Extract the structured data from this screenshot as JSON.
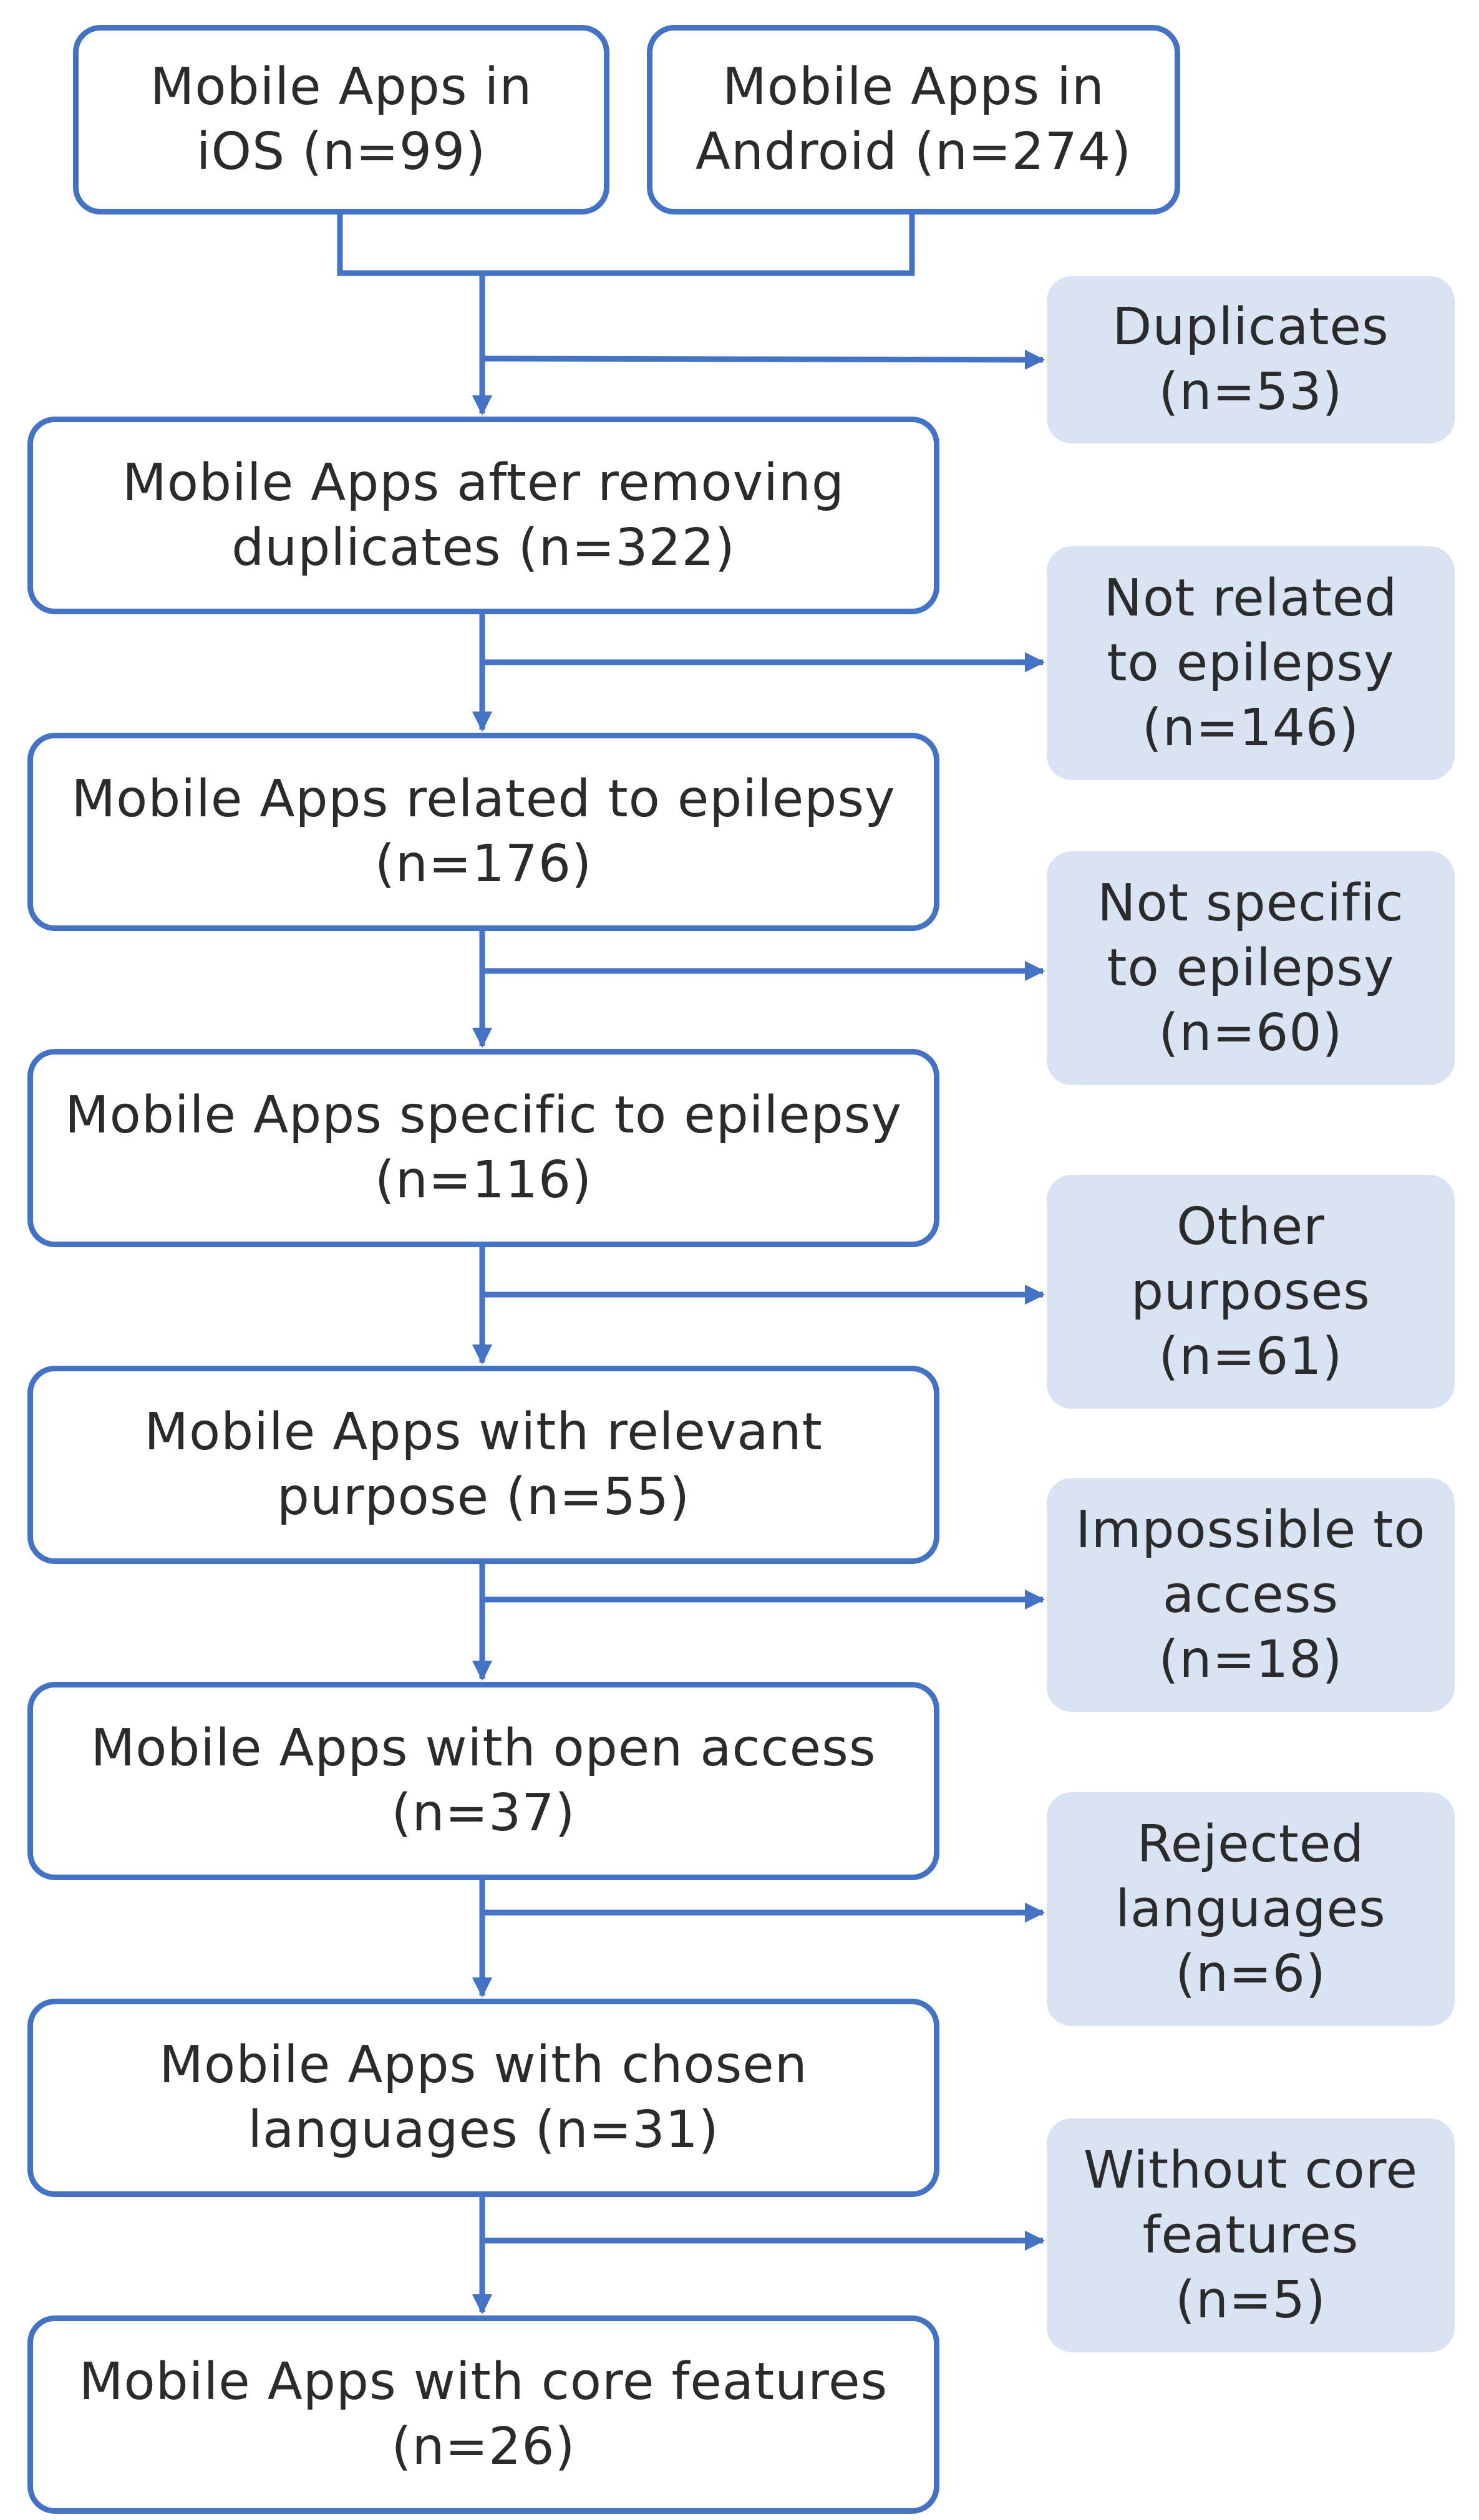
{
  "boxes": {
    "ios": "Mobile Apps in\niOS (n=99)",
    "android": "Mobile Apps in\nAndroid (n=274)",
    "dedup": "Mobile Apps after removing\nduplicates (n=322)",
    "related": "Mobile Apps related to epilepsy\n(n=176)",
    "specific": "Mobile Apps specific to epilepsy\n(n=116)",
    "purpose": "Mobile Apps with relevant\npurpose (n=55)",
    "open": "Mobile Apps with open access\n(n=37)",
    "languages": "Mobile Apps with chosen\nlanguages (n=31)",
    "core": "Mobile Apps with core features\n(n=26)"
  },
  "exclusions": {
    "duplicates": "Duplicates\n(n=53)",
    "not_related": "Not related\nto epilepsy\n(n=146)",
    "not_specific": "Not specific\nto epilepsy\n(n=60)",
    "other_purposes": "Other\npurposes\n(n=61)",
    "impossible": "Impossible to\naccess\n(n=18)",
    "rejected_languages": "Rejected\nlanguages\n(n=6)",
    "without_core": "Without core\nfeatures\n(n=5)"
  },
  "colors": {
    "stroke": "#4472c4",
    "exclusion_fill": "#dae3f3",
    "text": "#2b2b2b"
  }
}
